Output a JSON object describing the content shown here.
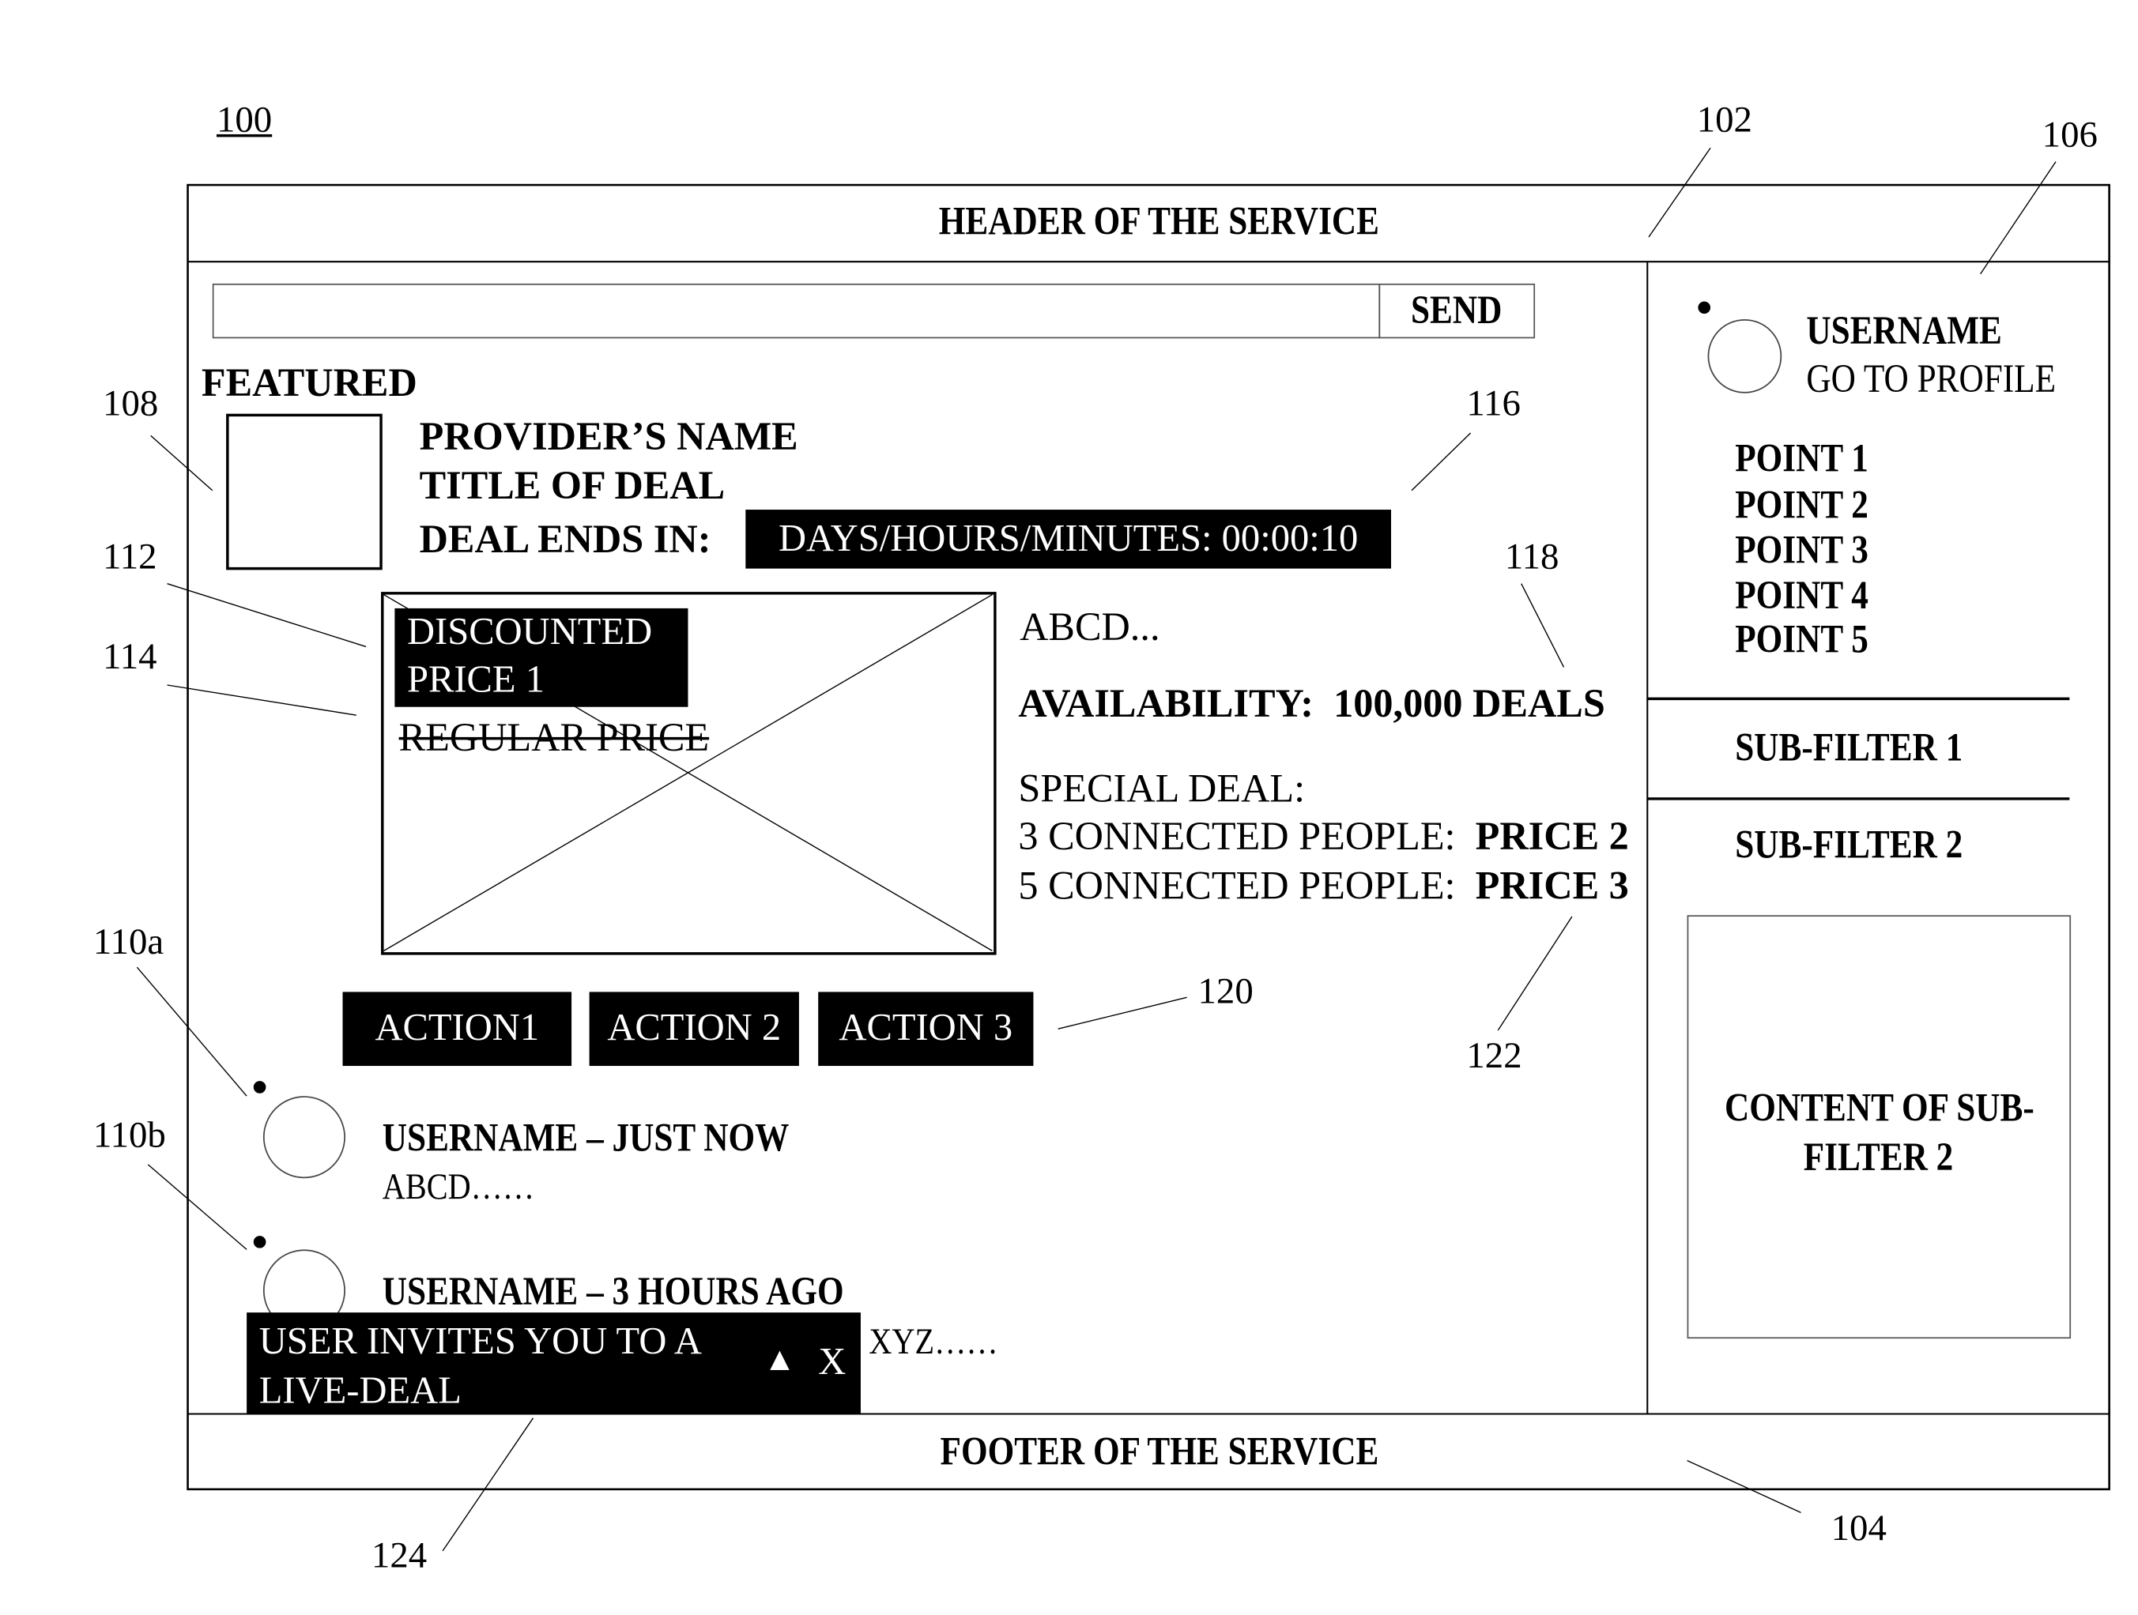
{
  "figure_ref": "100",
  "refs": {
    "header": "102",
    "footer": "104",
    "sidebar": "106",
    "thumbnail": "108",
    "comment_a": "110a",
    "comment_b": "110b",
    "discount": "112",
    "regular": "114",
    "timer": "116",
    "availability": "118",
    "actions": "120",
    "special": "122",
    "toast": "124"
  },
  "header": {
    "title": "HEADER OF THE SERVICE"
  },
  "footer": {
    "title": "FOOTER OF THE SERVICE"
  },
  "search": {
    "value": "",
    "send_label": "SEND"
  },
  "featured": {
    "label": "FEATURED",
    "provider": "PROVIDER’S NAME",
    "title": "TITLE OF DEAL",
    "ends_label": "DEAL ENDS IN:",
    "timer": "DAYS/HOURS/MINUTES: 00:00:10",
    "discount_line1": "DISCOUNTED",
    "discount_line2": "PRICE 1",
    "regular_price": "REGULAR PRICE",
    "description": "ABCD...",
    "availability_label": "AVAILABILITY:",
    "availability_value": "100,000 DEALS",
    "special_label": "SPECIAL DEAL:",
    "special_3_label": "3 CONNECTED PEOPLE:",
    "special_3_price": "PRICE 2",
    "special_5_label": "5 CONNECTED PEOPLE:",
    "special_5_price": "PRICE 3"
  },
  "actions": [
    "ACTION1",
    "ACTION 2",
    "ACTION 3"
  ],
  "comments": [
    {
      "header": "USERNAME – JUST NOW",
      "body": "ABCD……"
    },
    {
      "header": "USERNAME – 3 HOURS AGO",
      "body": "XYZ……"
    }
  ],
  "toast": {
    "line1": "USER INVITES YOU TO A",
    "line2": "LIVE-DEAL",
    "up_icon": "▲",
    "close_icon": "X"
  },
  "sidebar": {
    "username": "USERNAME",
    "profile_link": "GO TO PROFILE",
    "points": [
      "POINT 1",
      "POINT 2",
      "POINT 3",
      "POINT 4",
      "POINT 5"
    ],
    "subfilter1": "SUB-FILTER 1",
    "subfilter2": "SUB-FILTER 2",
    "content_line1": "CONTENT OF SUB-",
    "content_line2": "FILTER 2"
  }
}
